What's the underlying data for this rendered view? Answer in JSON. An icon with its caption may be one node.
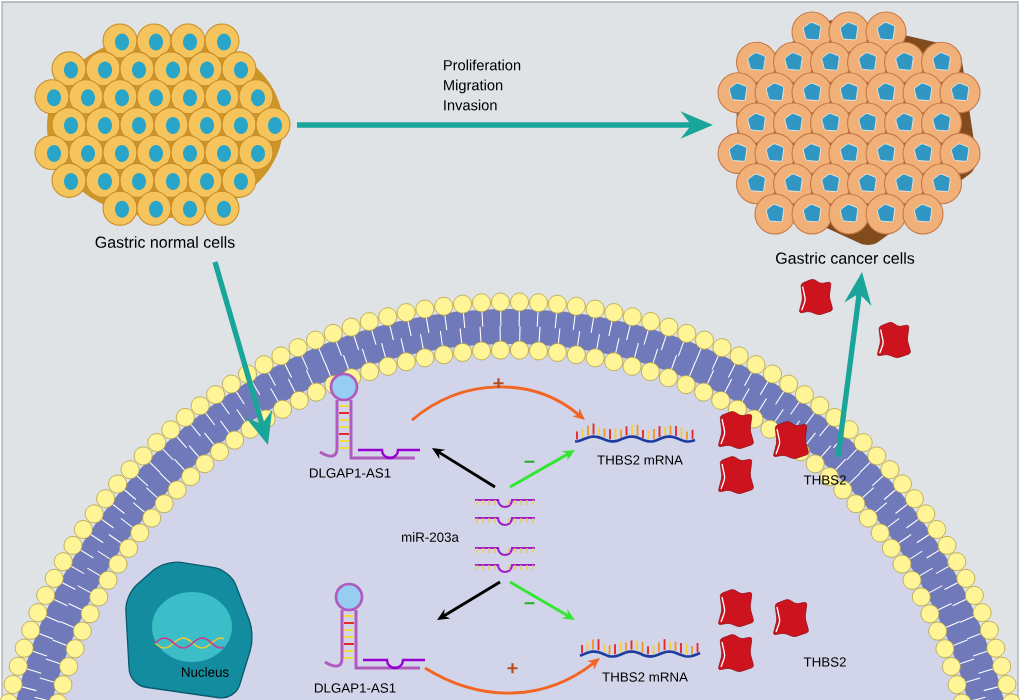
{
  "diagram": {
    "nodes": [
      {
        "text": [
          "Gastric normal cells"
        ]
      },
      {
        "text": [
          "Gastric cancer cells"
        ]
      },
      {
        "text": [],
        "shape": "picture"
      },
      {
        "text": [
          "DLGAP1-AS1"
        ],
        "in": 2
      },
      {
        "text": [
          "THBS2 mRNA"
        ],
        "in": 2
      },
      {
        "text": [
          "THBS2"
        ],
        "in": 2
      },
      {
        "text": [
          "miR-203a"
        ],
        "in": 2
      },
      {
        "text": [
          "DLGAP1-AS1"
        ],
        "in": 2
      },
      {
        "text": [
          "THBS2 mRNA"
        ],
        "in": 2
      },
      {
        "text": [
          "THBS2"
        ],
        "in": 2
      },
      {
        "text": [
          "Nucleus"
        ],
        "in": 2
      }
    ],
    "edges": [
      {
        "from": 0,
        "to": 1,
        "arrow": "to",
        "label": "Proliferation Migration Invasion",
        "style": "thick",
        "color": "#1aa59a"
      },
      {
        "from": 0,
        "to": 2,
        "arrow": "to",
        "style": "thick",
        "color": "#1aa59a"
      },
      {
        "from": 5,
        "to": 1,
        "arrow": "to",
        "style": "thick",
        "color": "#1aa59a"
      },
      {
        "from": 3,
        "to": 4,
        "arrow": "to",
        "label": "+",
        "color": "#f26522"
      },
      {
        "from": 6,
        "to": 3,
        "arrow": "to",
        "color": "#000000"
      },
      {
        "from": 6,
        "to": 4,
        "arrow": "to",
        "label": "–",
        "color": "#33e633"
      },
      {
        "from": 6,
        "to": 7,
        "arrow": "to",
        "color": "#000000"
      },
      {
        "from": 6,
        "to": 8,
        "arrow": "to",
        "label": "–",
        "color": "#33e633"
      },
      {
        "from": 7,
        "to": 8,
        "arrow": "to",
        "label": "+",
        "color": "#f26522"
      }
    ]
  }
}
